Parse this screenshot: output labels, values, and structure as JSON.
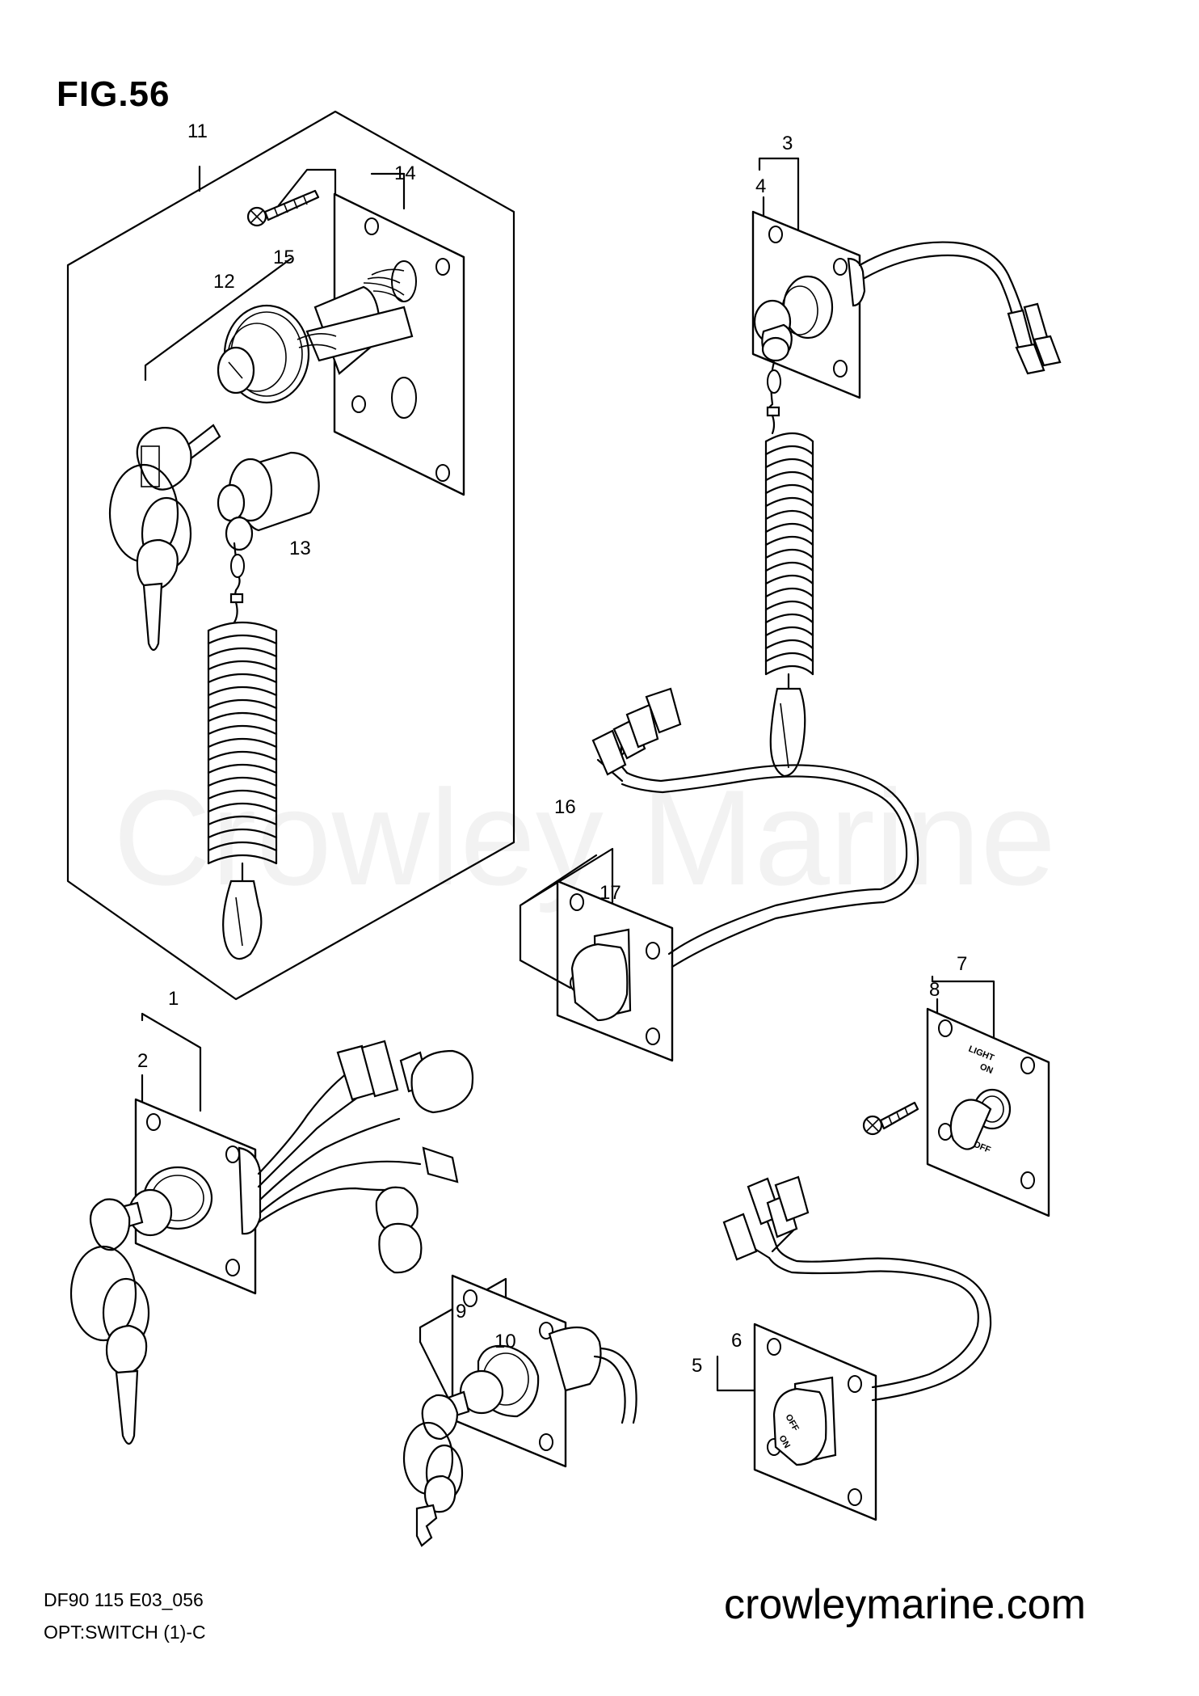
{
  "figure": {
    "title": "FIG.56",
    "model_code": "DF90 115 E03_056",
    "section": "OPT:SWITCH (1)-C",
    "website": "crowleymarine.com",
    "watermark": "Crowley Marine"
  },
  "switch_labels": {
    "light": "LIGHT",
    "on": "ON",
    "off": "OFF"
  },
  "callouts": [
    {
      "id": "1",
      "label": "1"
    },
    {
      "id": "2",
      "label": "2"
    },
    {
      "id": "3",
      "label": "3"
    },
    {
      "id": "4",
      "label": "4"
    },
    {
      "id": "5",
      "label": "5"
    },
    {
      "id": "6",
      "label": "6"
    },
    {
      "id": "7",
      "label": "7"
    },
    {
      "id": "8",
      "label": "8"
    },
    {
      "id": "9",
      "label": "9"
    },
    {
      "id": "10",
      "label": "10"
    },
    {
      "id": "11",
      "label": "11"
    },
    {
      "id": "12",
      "label": "12"
    },
    {
      "id": "13",
      "label": "13"
    },
    {
      "id": "14",
      "label": "14"
    },
    {
      "id": "15",
      "label": "15"
    },
    {
      "id": "16",
      "label": "16"
    },
    {
      "id": "17",
      "label": "17"
    }
  ]
}
